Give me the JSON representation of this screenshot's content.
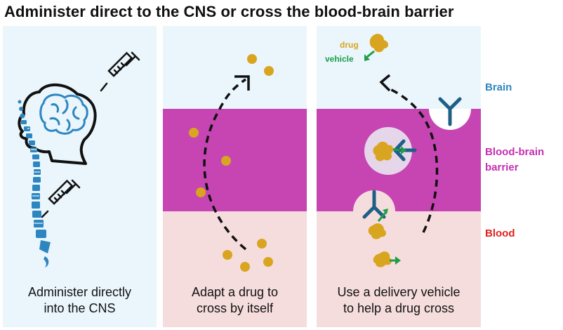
{
  "title": "Administer direct to the CNS or cross the blood-brain barrier",
  "panels": [
    {
      "caption_line1": "Administer directly",
      "caption_line2": "into the CNS"
    },
    {
      "caption_line1": "Adapt a drug to",
      "caption_line2": "cross by itself"
    },
    {
      "caption_line1": "Use a delivery vehicle",
      "caption_line2": "to help a drug cross"
    }
  ],
  "legend": {
    "drug": "drug",
    "vehicle": "vehicle"
  },
  "regions": {
    "brain": "Brain",
    "bbb_line1": "Blood-brain",
    "bbb_line2": "barrier",
    "blood": "Blood"
  },
  "colors": {
    "brain_bg": "#eaf6fc",
    "barrier": "#c645b3",
    "blood_bg": "#f6dddd",
    "drug": "#d9a521",
    "vehicle_arrow": "#1e9e48",
    "receptor": "#1f5f86",
    "brain_icon": "#2e86c1",
    "brain_label": "#2e86c1",
    "bbb_label": "#c52fb0",
    "blood_label": "#e02020"
  },
  "icons": [
    "head-with-brain-icon",
    "syringe-icon",
    "spine-icon",
    "receptor-icon",
    "vesicle-icon",
    "drug-blob-icon",
    "dashed-arrow-icon"
  ]
}
